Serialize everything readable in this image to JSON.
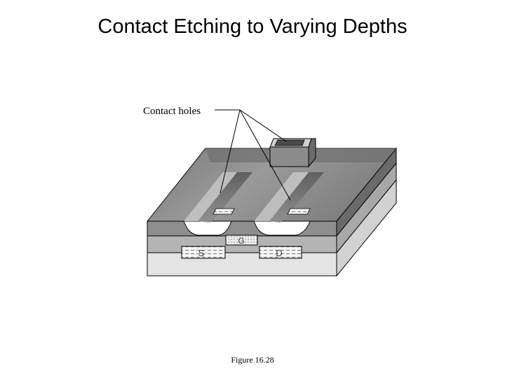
{
  "slide": {
    "title": "Contact Etching to Varying Depths",
    "caption": "Figure 16.28"
  },
  "diagram": {
    "callout_label": "Contact holes",
    "region_labels": {
      "source": "S",
      "gate": "G",
      "drain": "D"
    },
    "colors": {
      "substrate": "#e4e4e4",
      "middle_layer": "#b4b4b4",
      "dielectric_top": "#8e8e8e",
      "dielectric_dark": "#5c5c5c",
      "doped_region": "#f4f4f4",
      "gate_poly": "#dcdcdc",
      "outline": "#000000"
    }
  }
}
